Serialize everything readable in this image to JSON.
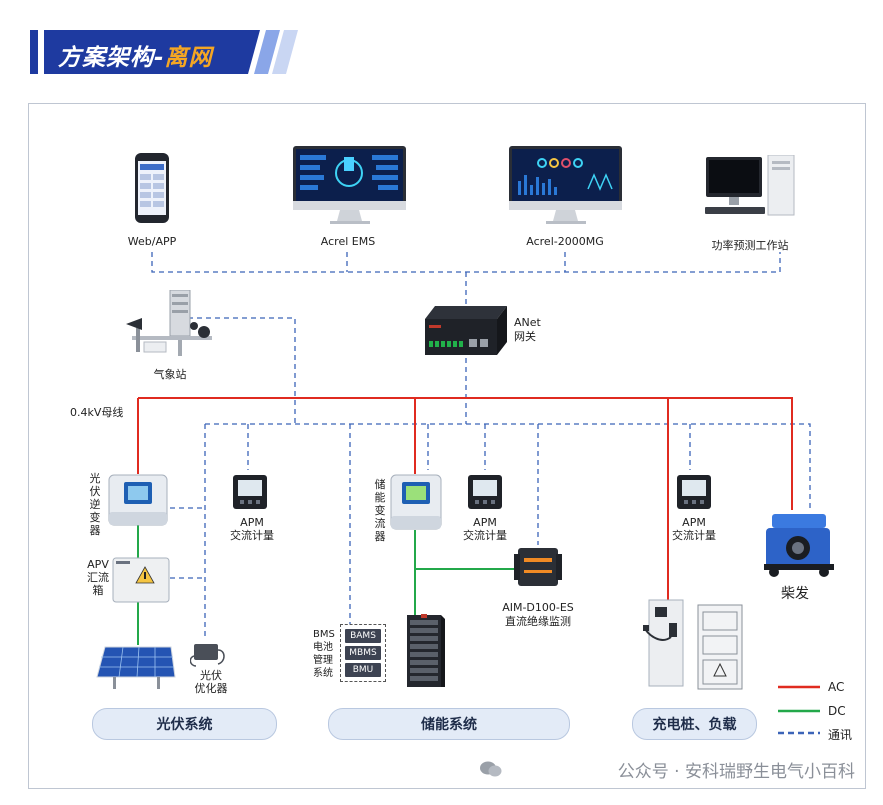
{
  "title": {
    "main": "方案架构-",
    "highlight": "离网"
  },
  "top_devices": [
    {
      "name": "web-app-phone",
      "label": "Web/APP"
    },
    {
      "name": "acrel-ems-monitor",
      "label": "Acrel EMS"
    },
    {
      "name": "acrel-2000mg-monitor",
      "label": "Acrel-2000MG"
    },
    {
      "name": "power-forecast-workstation",
      "label": "功率预测工作站"
    }
  ],
  "gateway": {
    "line1": "ANet",
    "line2": "网关"
  },
  "weather_station": "气象站",
  "bus_label": "0.4kV母线",
  "pv_inverter": "光伏逆变器",
  "apv_box": "APV汇流箱",
  "pv_optimizer": {
    "line1": "光伏",
    "line2": "优化器"
  },
  "apm_meters": [
    {
      "line1": "APM",
      "line2": "交流计量"
    },
    {
      "line1": "APM",
      "line2": "交流计量"
    },
    {
      "line1": "APM",
      "line2": "交流计量"
    }
  ],
  "storage_pcs": "储能变流器",
  "bms": {
    "label_lines": [
      "BMS",
      "电池",
      "管理",
      "系统"
    ],
    "items": [
      "BAMS",
      "MBMS",
      "BMU"
    ]
  },
  "insulation_monitor": {
    "line1": "AIM-D100-ES",
    "line2": "直流绝缘监测"
  },
  "diesel": "柴发",
  "systems": [
    "光伏系统",
    "储能系统",
    "充电桩、负载"
  ],
  "legend": [
    {
      "label": "AC",
      "color": "#e02b20",
      "style": "solid"
    },
    {
      "label": "DC",
      "color": "#23a84a",
      "style": "solid"
    },
    {
      "label": "通讯",
      "color": "#3b64b8",
      "style": "dashed"
    }
  ],
  "watermark": "公众号 · 安科瑞野生电气小百科"
}
